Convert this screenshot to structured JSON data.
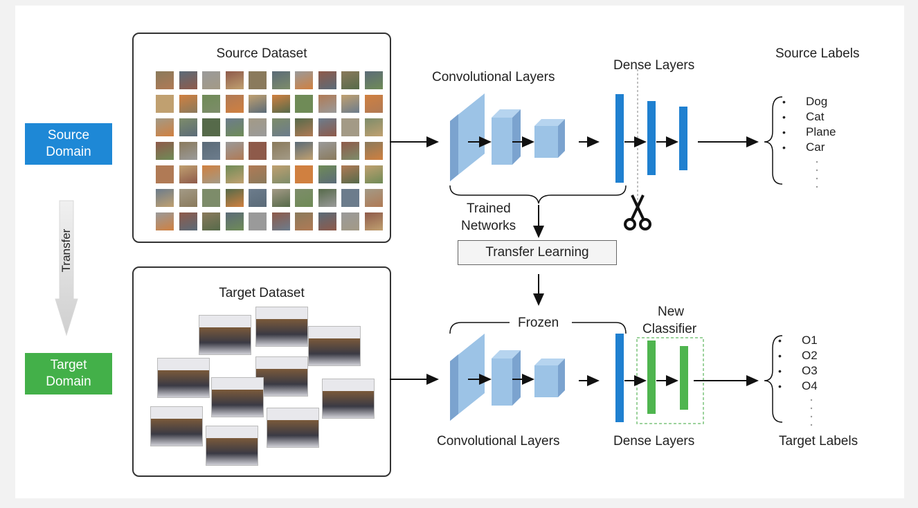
{
  "domains": {
    "source": {
      "line1": "Source",
      "line2": "Domain",
      "color": "#1e88d6"
    },
    "target": {
      "line1": "Target",
      "line2": "Domain",
      "color": "#43b049"
    },
    "transfer_label": "Transfer"
  },
  "datasets": {
    "source_title": "Source Dataset",
    "target_title": "Target Dataset"
  },
  "pipeline": {
    "top_conv_label": "Convolutional Layers",
    "top_dense_label": "Dense Layers",
    "source_labels_title": "Source Labels",
    "source_labels": [
      "Dog",
      "Cat",
      "Plane",
      "Car"
    ],
    "trained_line1": "Trained",
    "trained_line2": "Networks",
    "transfer_learning": "Transfer Learning",
    "frozen_label": "Frozen",
    "new_classifier_line1": "New",
    "new_classifier_line2": "Classifier",
    "bottom_conv_label": "Convolutional Layers",
    "bottom_dense_label": "Dense Layers",
    "target_labels_title": "Target Labels",
    "target_labels": [
      "O1",
      "O2",
      "O3",
      "O4"
    ]
  },
  "colors": {
    "conv_face": "#9cc3e6",
    "conv_dark": "#7ba3cf",
    "dense_blue": "#1f80d0",
    "dense_green": "#4fb54f",
    "scissors": "#111111"
  },
  "icons": [
    "scissors-icon",
    "transfer-arrow-icon",
    "brace-icon"
  ]
}
